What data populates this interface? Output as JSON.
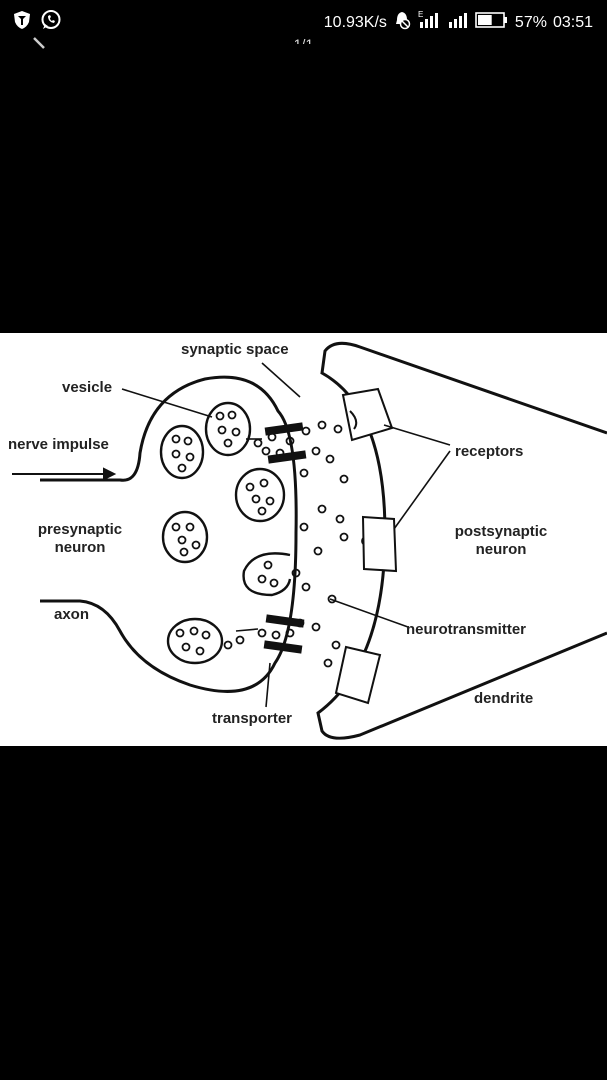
{
  "status_bar": {
    "network_speed": "10.93K/s",
    "battery_percent": "57%",
    "time": "03:51",
    "battery_level": 0.57,
    "signal_label": "E",
    "icons": [
      "shield-app-icon",
      "whatsapp-icon",
      "alarm-off-icon",
      "signal-icon",
      "signal-icon",
      "battery-icon"
    ]
  },
  "viewer": {
    "page_counter": "1/1"
  },
  "diagram": {
    "labels": {
      "synaptic_space": "synaptic space",
      "vesicle": "vesicle",
      "nerve_impulse": "nerve impulse",
      "presynaptic_line1": "presynaptic",
      "presynaptic_line2": "neuron",
      "axon": "axon",
      "receptors": "receptors",
      "postsynaptic_line1": "postsynaptic",
      "postsynaptic_line2": "neuron",
      "neurotransmitter": "neurotransmitter",
      "dendrite": "dendrite",
      "transporter": "transporter"
    }
  }
}
